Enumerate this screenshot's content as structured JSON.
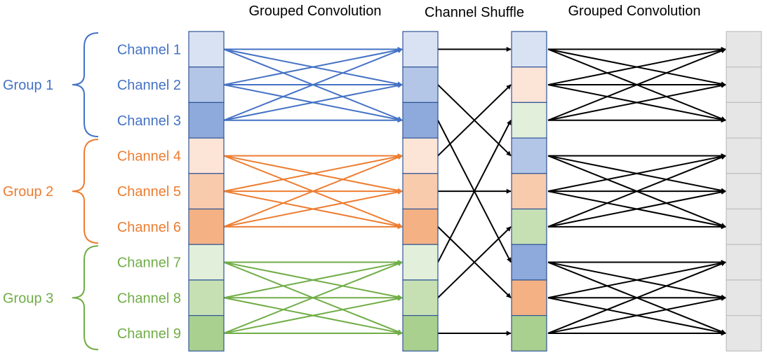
{
  "headers": {
    "conv1": "Grouped Convolution",
    "shuffle": "Channel Shuffle",
    "conv2": "Grouped Convolution"
  },
  "groups": [
    {
      "label": "Group 1",
      "color": "#4472C4",
      "channels": [
        "Channel 1",
        "Channel 2",
        "Channel 3"
      ],
      "fills": [
        "#D9E2F3",
        "#B4C6E7",
        "#8EA9DB"
      ]
    },
    {
      "label": "Group 2",
      "color": "#ED7D31",
      "channels": [
        "Channel 4",
        "Channel 5",
        "Channel 6"
      ],
      "fills": [
        "#FCE4D6",
        "#F8CBAD",
        "#F4B183"
      ]
    },
    {
      "label": "Group 3",
      "color": "#70AD47",
      "channels": [
        "Channel 7",
        "Channel 8",
        "Channel 9"
      ],
      "fills": [
        "#E2EFDA",
        "#C6E0B4",
        "#A9D08E"
      ]
    }
  ],
  "shuffle_order": [
    1,
    4,
    7,
    2,
    5,
    8,
    3,
    6,
    9
  ],
  "output_fill": "#E7E6E6",
  "arrow_color": "#000000"
}
